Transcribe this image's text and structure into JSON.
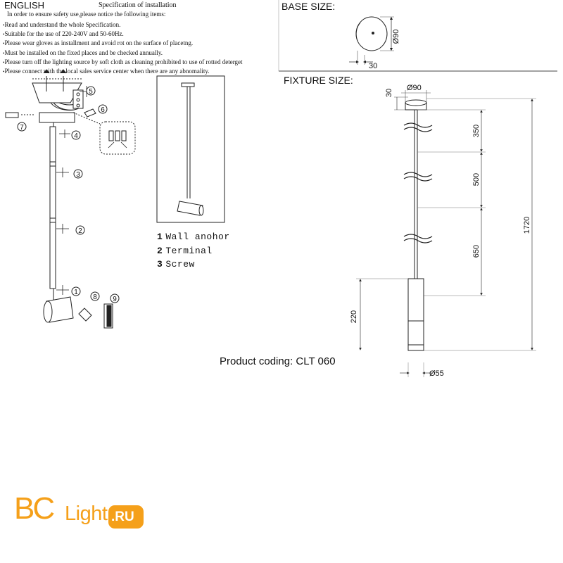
{
  "header": {
    "language": "ENGLISH",
    "spec_title": "Specification of installation",
    "notice": "In order to ensure safety use,please notice the following items:"
  },
  "instructions": [
    "Read and understand the whole Specification.",
    "Suitable for the use of 220-240V and 50-60Hz.",
    "Please wear gloves as installment and avoid rot on the surface of placetng.",
    "Must be installed on the fixed places and be checked annually.",
    "Please turn off the lighting source by soft cloth as cleaning prohibited to use of rotted deterget",
    "Please connect with the local sales service center when there are any abnomality."
  ],
  "legend": [
    {
      "num": "1",
      "label": "Wall anohor"
    },
    {
      "num": "2",
      "label": "Terminal"
    },
    {
      "num": "3",
      "label": "Screw"
    }
  ],
  "callouts": [
    "1",
    "2",
    "3",
    "4",
    "5",
    "6",
    "7",
    "8",
    "9"
  ],
  "base_size": {
    "title": "BASE SIZE:",
    "diameter": "Ø90",
    "height": "30"
  },
  "fixture_size": {
    "title": "FIXTURE SIZE:",
    "top_height": "30",
    "top_diameter": "Ø90",
    "segments": [
      "350",
      "500",
      "650"
    ],
    "total": "1720",
    "lamp_height": "220",
    "lamp_diameter": "Ø55"
  },
  "product_coding": "Product coding: CLT 060",
  "logo": {
    "part1": "BC",
    "part2": "Light",
    "part3": ".RU",
    "color": "#f5a01a"
  }
}
